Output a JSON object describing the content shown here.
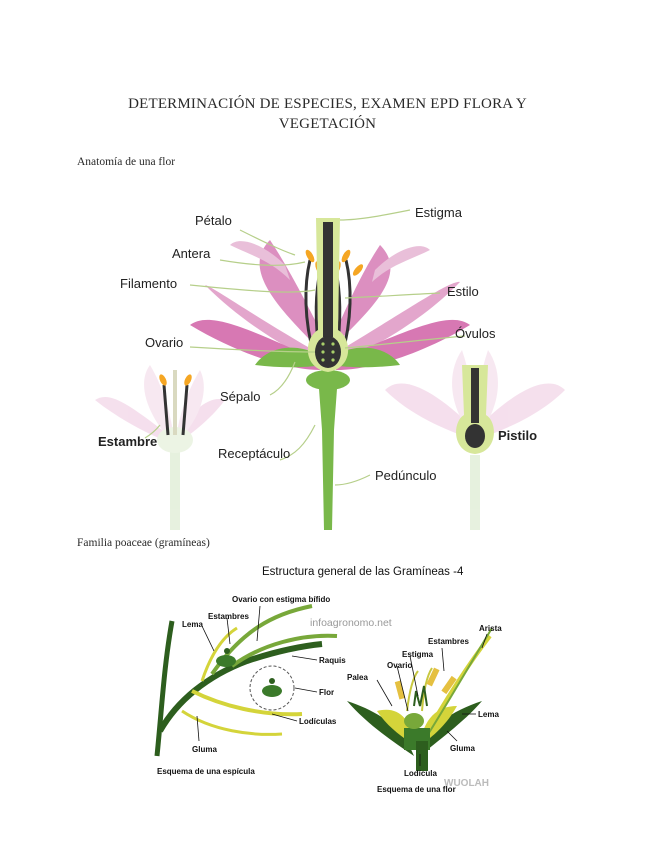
{
  "document": {
    "title": "DETERMINACIÓN DE ESPECIES, EXAMEN EPD FLORA Y VEGETACIÓN",
    "sections": [
      {
        "label": "Anatomía de una flor"
      },
      {
        "label": "Familia poaceae (gramíneas)"
      }
    ]
  },
  "flower_figure": {
    "labels": {
      "petalo": "Pétalo",
      "antera": "Antera",
      "filamento": "Filamento",
      "ovario": "Ovario",
      "sepalo": "Sépalo",
      "estambre": "Estambre",
      "receptaculo": "Receptáculo",
      "estigma": "Estigma",
      "estilo": "Estilo",
      "ovulos": "Óvulos",
      "pistilo": "Pistilo",
      "pedunculo": "Pedúnculo"
    },
    "colors": {
      "petal": "#e3a6cc",
      "petal_dark": "#c8609f",
      "stem": "#79b84a",
      "anther": "#f5a623",
      "leader": "#b6cf8a"
    }
  },
  "grass_figure": {
    "title": "Estructura general de las Gramíneas -4",
    "watermark": "infoagronomo.net",
    "corner_watermark": "WUOLAH",
    "left_labels": {
      "ovario_estigma": "Ovario con estigma bífido",
      "estambres": "Estambres",
      "lema": "Lema",
      "raquis": "Raquis",
      "flor": "Flor",
      "lodiculas": "Lodículas",
      "gluma": "Gluma",
      "caption": "Esquema de una espícula"
    },
    "right_labels": {
      "arista": "Arista",
      "estambres": "Estambres",
      "estigma": "Estigma",
      "ovario": "Ovario",
      "palea": "Palea",
      "lema": "Lema",
      "gluma": "Gluma",
      "lodicula": "Lodícula",
      "caption": "Esquema de una flor"
    }
  }
}
